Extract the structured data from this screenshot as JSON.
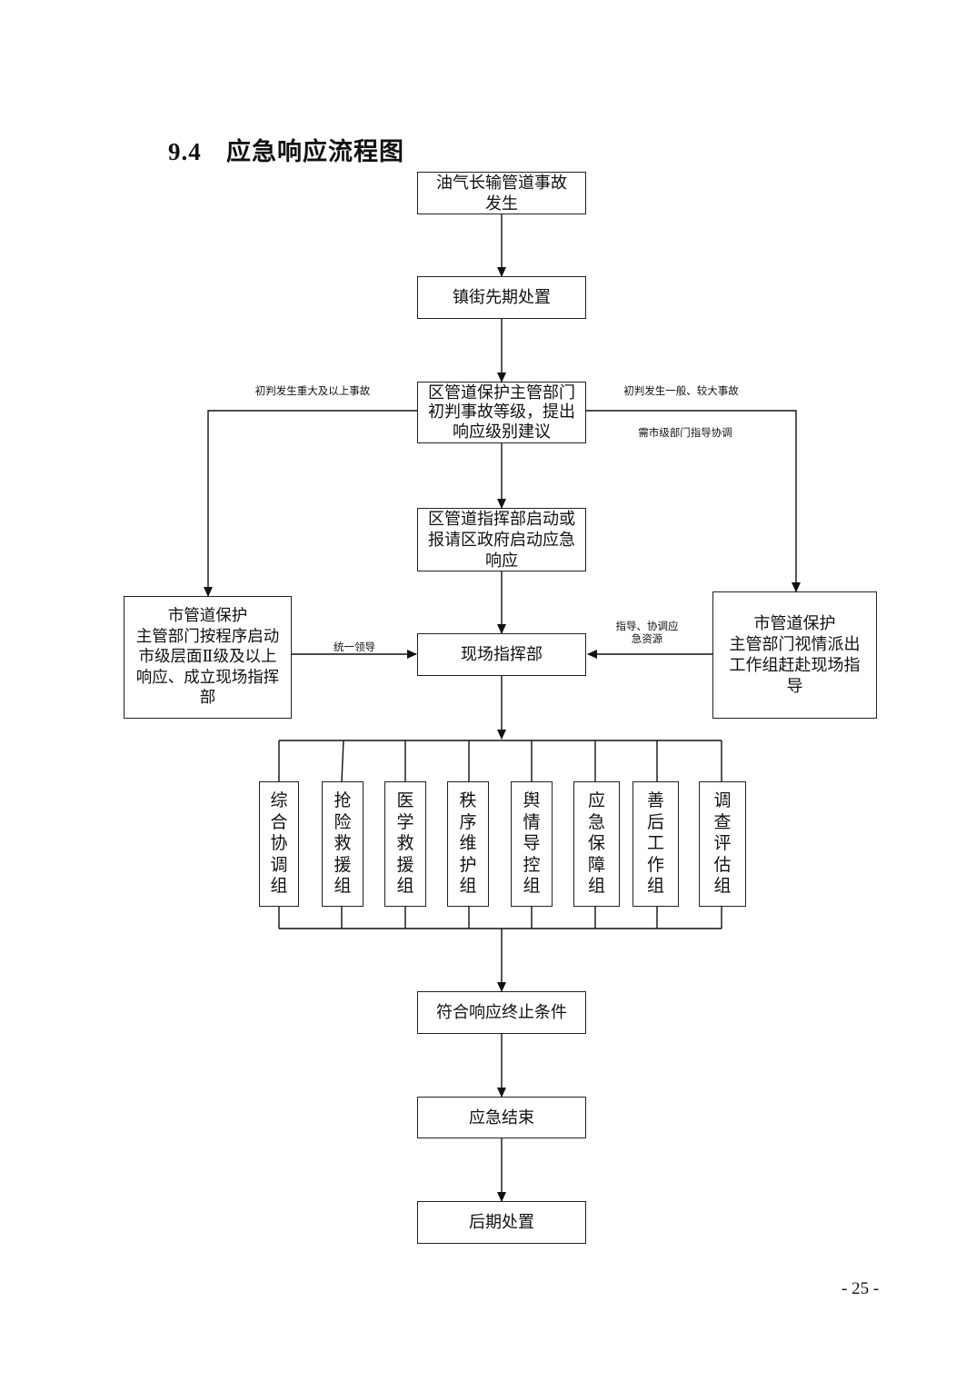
{
  "section_number": "9.4",
  "section_title": "应急响应流程图",
  "nodes": {
    "accident": "油气长输管道事故\n发生",
    "town_disposal": "镇街先期处置",
    "district_assess": "区管道保护主管部门\n初判事故等级，提出\n响应级别建议",
    "district_command": "区管道指挥部启动或\n报请区政府启动应急\n响应",
    "city_left": "市管道保护\n主管部门按程序启动\n市级层面Ⅱ级及以上\n响应、成立现场指挥\n部",
    "onsite_command": "现场指挥部",
    "city_right": "市管道保护\n主管部门视情派出\n工作组赶赴现场指\n导",
    "termination": "符合响应终止条件",
    "end": "应急结束",
    "aftermath": "后期处置"
  },
  "groups": [
    "综合协调组",
    "抢险救援组",
    "医学救援组",
    "秩序维护组",
    "舆情导控组",
    "应急保障组",
    "善后工作组",
    "调查评估组"
  ],
  "edge_labels": {
    "major": "初判发生重大及以上事故",
    "general": "初判发生一般、较大事故",
    "city_coord": "需市级部门指导协调",
    "unified": "统一领导",
    "guide": "指导、协调应\n急资源"
  },
  "page_number": "- 25 -"
}
